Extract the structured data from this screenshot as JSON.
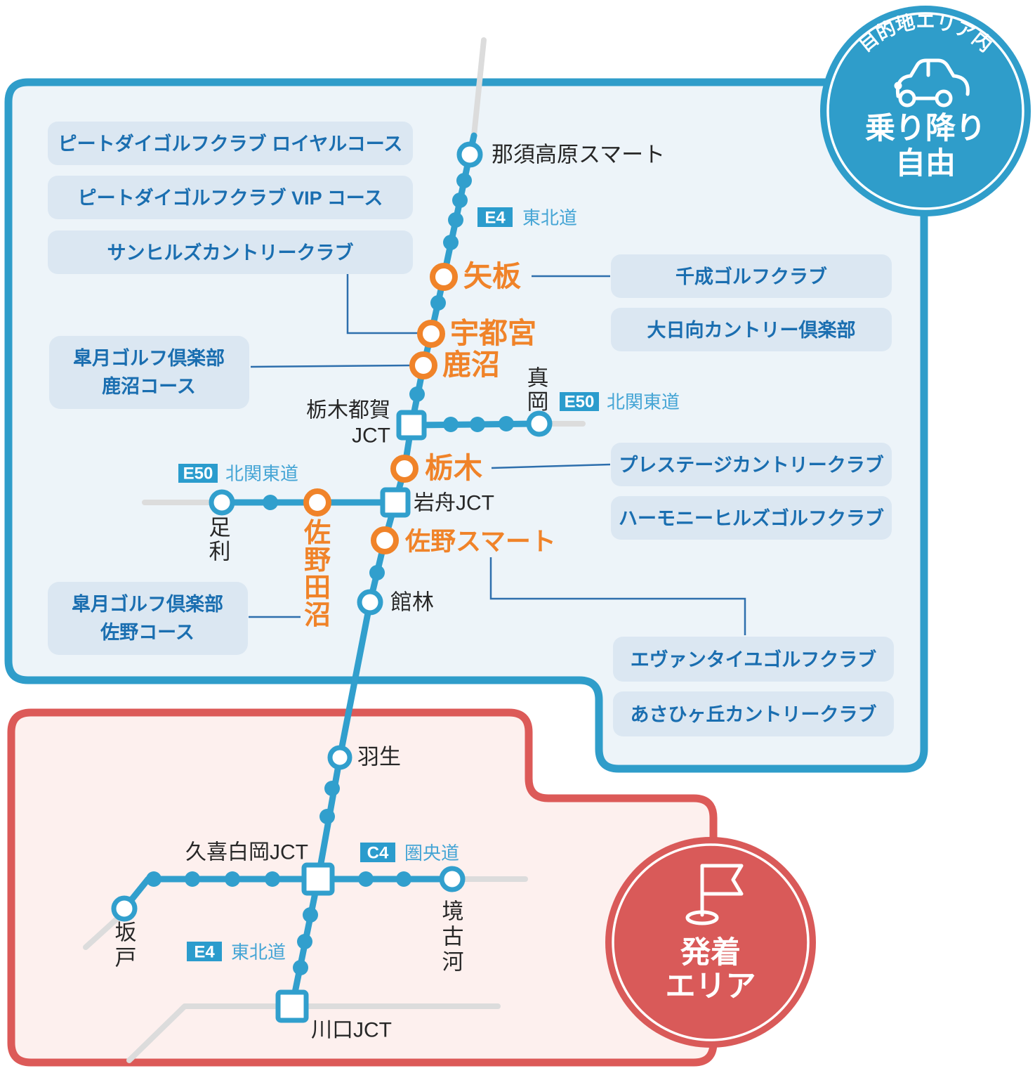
{
  "colors": {
    "route_blue": "#319fcd",
    "zone_blue_border": "#2f9dca",
    "zone_blue_fill": "#edf4f9",
    "zone_red_border": "#dc5a58",
    "zone_red_fill": "#fdf0ee",
    "badge_red": "#d95a59",
    "station_orange": "#f08329",
    "golf_box_fill": "#dbe7f2",
    "golf_box_text": "#1a6eb0",
    "road_code_badge": "#2b9ccd",
    "road_name_text": "#45a5d5",
    "label_black": "#272727",
    "gray_line": "#dcdcdc",
    "connector_blue": "#2e6fad"
  },
  "area_badges": {
    "destination": {
      "arc": "目的地エリア内",
      "line1": "乗り降り",
      "line2": "自由"
    },
    "departure": {
      "line1": "発着",
      "line2": "エリア"
    }
  },
  "roads": {
    "e4_top": {
      "code": "E4",
      "name": "東北道"
    },
    "e50_right": {
      "code": "E50",
      "name": "北関東道"
    },
    "e50_left": {
      "code": "E50",
      "name": "北関東道"
    },
    "c4": {
      "code": "C4",
      "name": "圏央道"
    },
    "e4_bottom": {
      "code": "E4",
      "name": "東北道"
    }
  },
  "stations": {
    "nasukogen": "那須高原スマート",
    "yaita": "矢板",
    "utsunomiya": "宇都宮",
    "kanuma": "鹿沼",
    "mooka": "真岡",
    "tochigi": "栃木",
    "ashikaga": "足利",
    "sanotanuma": "佐野田沼",
    "sanosmart": "佐野スマート",
    "tatebayashi": "館林",
    "hanyu": "羽生",
    "sakado": "坂戸",
    "sakaikoga": "境古河"
  },
  "junctions": {
    "tochigitsuga_l1": "栃木都賀",
    "tochigitsuga_l2": "JCT",
    "iwafune": "岩舟JCT",
    "kukishiraoka": "久喜白岡JCT",
    "kawaguchi": "川口JCT"
  },
  "golf_clubs": {
    "pete_royal": "ピートダイゴルフクラブ ロイヤルコース",
    "pete_vip": "ピートダイゴルフクラブ VIP コース",
    "sunhills": "サンヒルズカントリークラブ",
    "satsuki_kanuma_l1": "皐月ゴルフ倶楽部",
    "satsuki_kanuma_l2": "鹿沼コース",
    "satsuki_sano_l1": "皐月ゴルフ倶楽部",
    "satsuki_sano_l2": "佐野コース",
    "sennari": "千成ゴルフクラブ",
    "ohinata": "大日向カントリー倶楽部",
    "prestige": "プレステージカントリークラブ",
    "harmony": "ハーモニーヒルズゴルフクラブ",
    "eventail": "エヴァンタイユゴルフクラブ",
    "asahigaoka": "あさひヶ丘カントリークラブ"
  }
}
